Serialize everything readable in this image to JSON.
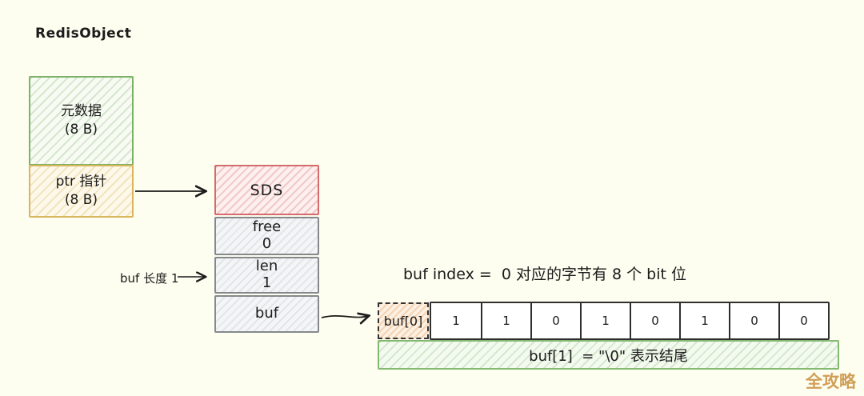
{
  "title": "RedisObject",
  "redis_object": {
    "metadata": {
      "label": "元数据",
      "size": "(8 B)"
    },
    "ptr": {
      "label": "ptr 指针",
      "size": "(8 B)"
    }
  },
  "sds": {
    "header": "SDS",
    "rows": [
      {
        "name": "free",
        "value": "0"
      },
      {
        "name": "len",
        "value": "1"
      },
      {
        "name": "buf",
        "value": ""
      }
    ]
  },
  "annotations": {
    "buf_length": "buf 长度 1",
    "bit_caption": "buf index =  0 对应的字节有 8 个 bit 位"
  },
  "bit_array": {
    "index_cell": "buf[0]",
    "bits": [
      "1",
      "1",
      "0",
      "1",
      "0",
      "1",
      "0",
      "0"
    ],
    "terminator": "buf[1]  = \"\\0\" 表示结尾"
  },
  "watermark": "全攻略",
  "colors": {
    "background": "#fdfdf0",
    "metadata_green_border": "#7cb368",
    "ptr_yellow_border": "#d8b65c",
    "sds_red_border": "#d46a6a",
    "sds_row_gray_border": "#85898c",
    "bit_cell_border": "#2f2f2f",
    "index_cell_orange": "#e69650",
    "terminator_green_border": "#84b971",
    "watermark_gold": "#cf9f55",
    "text": "#1b1b1b"
  }
}
